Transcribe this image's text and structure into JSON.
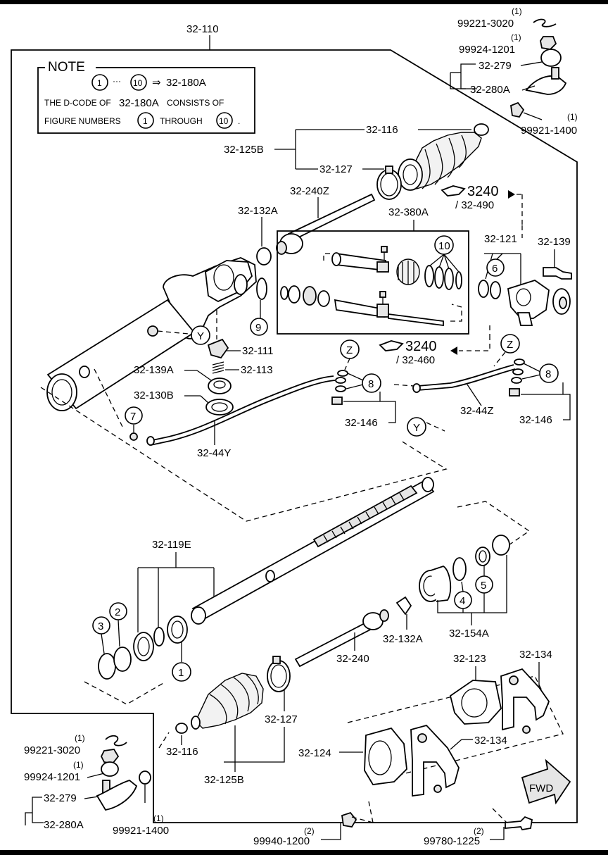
{
  "callouts": {
    "c_32_110": "32-110",
    "c_99221_top": "99221-3020",
    "c_99924_top": "99924-1201",
    "c_32_279_top": "32-279",
    "c_32_280A_top": "32-280A",
    "c_99921_top": "99921-1400",
    "c_32_116_top": "32-116",
    "c_32_125B_top": "32-125B",
    "c_32_127_top": "32-127",
    "c_32_240Z": "32-240Z",
    "c_32_132A_top": "32-132A",
    "c_32_380A": "32-380A",
    "c_32_121": "32-121",
    "c_32_139": "32-139",
    "c_32_111": "32-111",
    "c_32_113": "32-113",
    "c_32_139A": "32-139A",
    "c_32_130B": "32-130B",
    "c_32_146_left": "32-146",
    "c_32_44Y": "32-44Y",
    "c_32_44Z": "32-44Z",
    "c_32_146_right": "32-146",
    "c_32_119E": "32-119E",
    "c_32_132A_bot": "32-132A",
    "c_32_240": "32-240",
    "c_32_154A": "32-154A",
    "c_32_123": "32-123",
    "c_32_134_top": "32-134",
    "c_32_134_mid": "32-134",
    "c_32_124": "32-124",
    "c_32_127_bot": "32-127",
    "c_32_116_bot": "32-116",
    "c_32_125B_bot": "32-125B",
    "c_99221_bot": "99221-3020",
    "c_99924_bot": "99924-1201",
    "c_32_279_bot": "32-279",
    "c_32_280A_bot": "32-280A",
    "c_99921_bot": "99921-1400",
    "c_99940": "99940-1200",
    "c_99780": "99780-1225"
  },
  "quantities": {
    "q1": "(1)",
    "q2": "(2)"
  },
  "refs": {
    "ref_3240": "3240",
    "ref_32_490": "/ 32-490",
    "ref_32_460": "/ 32-460"
  },
  "figure_numbers": {
    "n1": "1",
    "n2": "2",
    "n3": "3",
    "n4": "4",
    "n5": "5",
    "n6": "6",
    "n7": "7",
    "n8": "8",
    "n9": "9",
    "n10": "10"
  },
  "markers": {
    "y": "Y",
    "z": "Z"
  },
  "note": {
    "title": "NOTE",
    "range_dots": "···",
    "arrow": "⇒",
    "target": "32-180A",
    "line2_a": "THE D-CODE OF",
    "line2_b": "32-180A",
    "line2_c": "CONSISTS OF",
    "line3_a": "FIGURE NUMBERS",
    "line3_b": "THROUGH",
    "line3_end": "."
  },
  "fwd": "FWD"
}
